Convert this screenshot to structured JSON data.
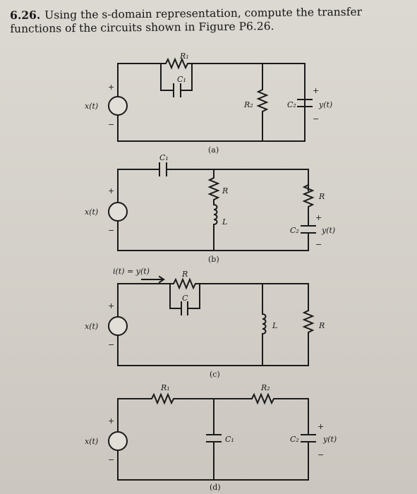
{
  "problem": {
    "number": "6.26.",
    "text": "Using the s-domain representation, compute the transfer functions of the circuits shown in Figure P6.26."
  },
  "circuit_a": {
    "source": "x(t)",
    "plus": "+",
    "minus": "−",
    "r1": "R₁",
    "c1": "C₁",
    "r2": "R₂",
    "c2": "C₂",
    "out_plus": "+",
    "output": "y(t)",
    "out_minus": "−",
    "caption": "(a)"
  },
  "circuit_b": {
    "source": "x(t)",
    "plus": "+",
    "minus": "−",
    "c1": "C₁",
    "r_mid": "R",
    "l": "L",
    "r_right": "R",
    "c2": "C₂",
    "out_plus": "+",
    "output": "y(t)",
    "out_minus": "−",
    "caption": "(b)"
  },
  "circuit_c": {
    "source": "x(t)",
    "plus": "+",
    "minus": "−",
    "current": "i(t) = y(t)",
    "r": "R",
    "c": "C",
    "l": "L",
    "r_right": "R",
    "caption": "(c)"
  },
  "circuit_d": {
    "source": "x(t)",
    "plus": "+",
    "minus": "−",
    "r1": "R₁",
    "r2": "R₂",
    "c1": "C₁",
    "c2": "C₂",
    "out_plus": "+",
    "output": "y(t)",
    "out_minus": "−",
    "caption": "(d)"
  }
}
